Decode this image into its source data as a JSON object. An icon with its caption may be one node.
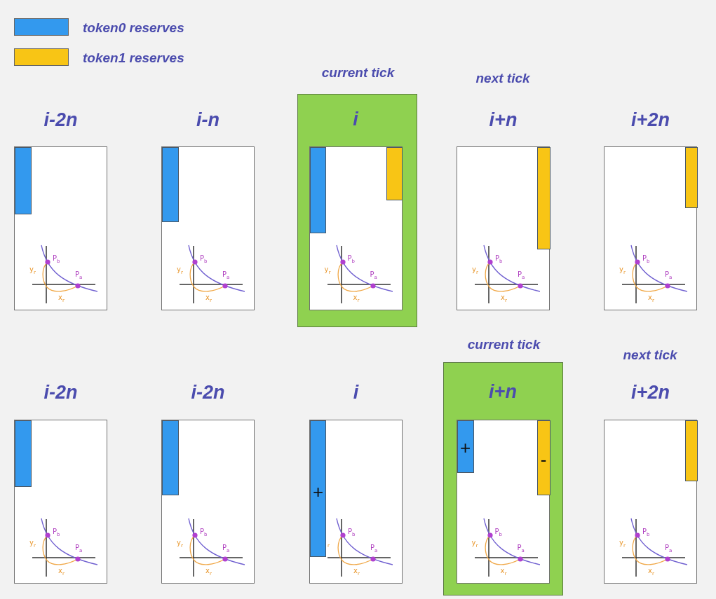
{
  "diagram": {
    "nodes": [
      {
        "text": [
          "i-2n"
        ]
      },
      {
        "text": [],
        "shape": "bar",
        "in": 0
      },
      {
        "text": [
          "i-n"
        ]
      },
      {
        "text": [],
        "shape": "bar",
        "in": 2
      },
      {
        "text": [
          "current tick"
        ]
      },
      {
        "text": [
          "i"
        ],
        "in": 4
      },
      {
        "text": [],
        "shape": "bar",
        "in": 5
      },
      {
        "text": [],
        "shape": "bar",
        "in": 5
      },
      {
        "text": [
          "i+n"
        ]
      },
      {
        "text": [],
        "shape": "bar",
        "in": 8
      },
      {
        "text": [
          "i+2n"
        ]
      },
      {
        "text": [],
        "shape": "bar",
        "in": 10
      },
      {
        "text": [
          "i-2n"
        ]
      },
      {
        "text": [],
        "shape": "bar",
        "in": 12
      },
      {
        "text": [
          "i-2n"
        ]
      },
      {
        "text": [],
        "shape": "bar",
        "in": 14
      },
      {
        "text": [
          "i"
        ]
      },
      {
        "text": [
          "+"
        ],
        "in": 16
      },
      {
        "text": [
          "current tick"
        ]
      },
      {
        "text": [
          "i+n"
        ],
        "in": 18
      },
      {
        "text": [
          "+"
        ],
        "in": 19
      },
      {
        "text": [
          "-"
        ],
        "in": 19
      },
      {
        "text": [
          "i+2n"
        ]
      },
      {
        "text": [],
        "shape": "bar",
        "in": 22
      }
    ],
    "edges": [],
    "labels": [
      "next tick",
      "P$_{b}$",
      "y$_{r}$",
      "P$_{a}$",
      "x$_{r}$",
      "P$_{b}$",
      "y$_{r}$",
      "P$_{a}$",
      "x$_{r}$",
      "P$_{b}$",
      "y$_{r}$",
      "P$_{a}$",
      "x$_{r}$",
      "P$_{b}$",
      "y$_{r}$",
      "P$_{a}$",
      "x$_{r}$",
      "P$_{b}$",
      "y$_{r}$",
      "P$_{a}$",
      "x$_{r}$",
      "next tick",
      "P$_{b}$",
      "y$_{r}$",
      "P$_{a}$",
      "x$_{r}$",
      "P$_{b}$",
      "y$_{r}$",
      "P$_{a}$",
      "x$_{r}$",
      "P$_{b}$",
      "$_{r}$",
      "P$_{a}$",
      "x$_{r}$",
      "P$_{b}$",
      "y$_{r}$",
      "P$_{a}$",
      "x$_{r}$",
      "P$_{b}$",
      "y$_{r}$",
      "P$_{a}$",
      "x$_{r}$"
    ],
    "legend": [
      {
        "text": "token0 reserves",
        "color": "#3399ee"
      },
      {
        "text": "token1 reserves",
        "color": "#f8c515"
      }
    ]
  }
}
